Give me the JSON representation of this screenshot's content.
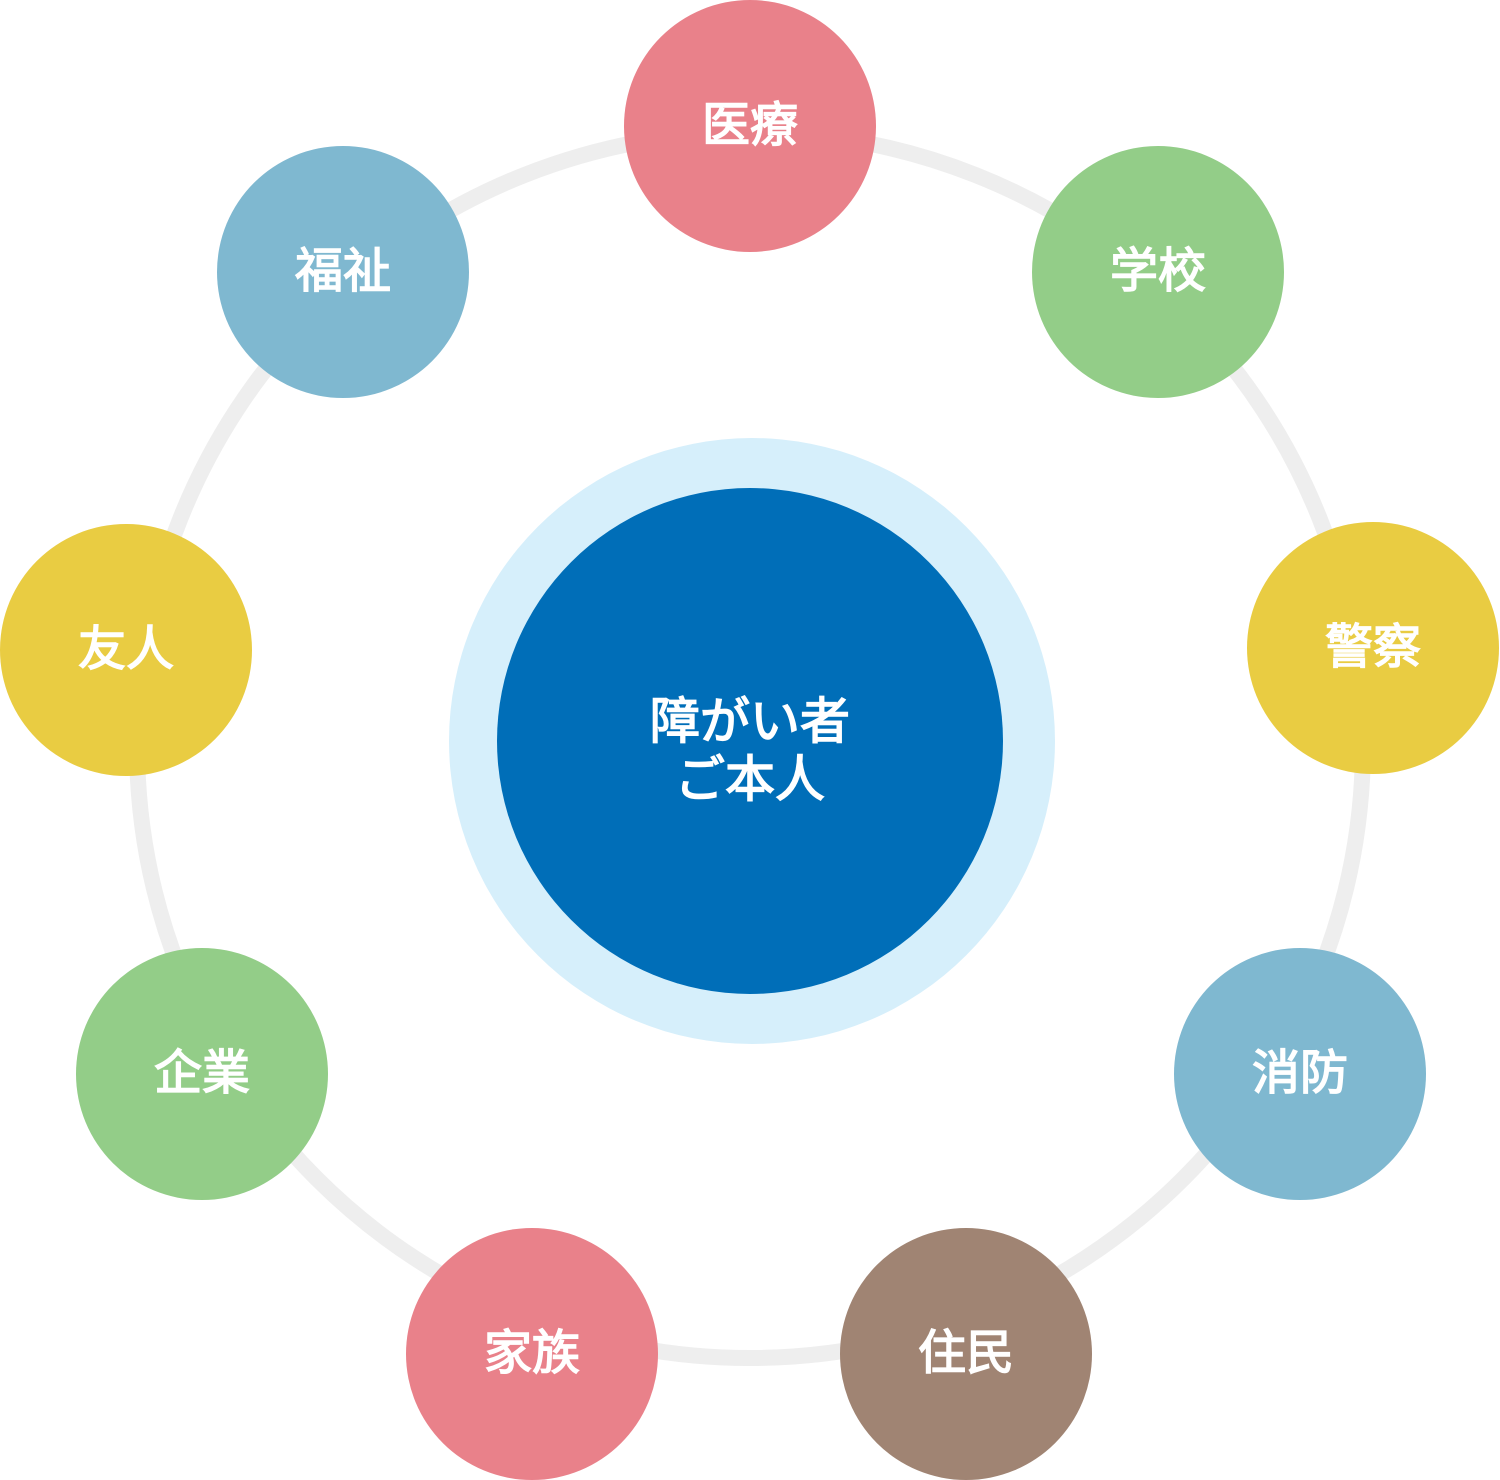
{
  "center": {
    "label_line1": "障がい者",
    "label_line2": "ご本人",
    "color": "#006eb8",
    "halo_color": "#d6effb"
  },
  "ring_color": "#eeeeee",
  "nodes": [
    {
      "id": "iryo",
      "label": "医療",
      "color": "#e9818a"
    },
    {
      "id": "gakko",
      "label": "学校",
      "color": "#93cd88"
    },
    {
      "id": "keisatsu",
      "label": "警察",
      "color": "#e9cc42"
    },
    {
      "id": "shobo",
      "label": "消防",
      "color": "#7fb8d0"
    },
    {
      "id": "jumin",
      "label": "住民",
      "color": "#a08473"
    },
    {
      "id": "kazoku",
      "label": "家族",
      "color": "#e9818a"
    },
    {
      "id": "kigyo",
      "label": "企業",
      "color": "#93cd88"
    },
    {
      "id": "yujin",
      "label": "友人",
      "color": "#e9cc42"
    },
    {
      "id": "fukushi",
      "label": "福祉",
      "color": "#7fb8d0"
    }
  ]
}
